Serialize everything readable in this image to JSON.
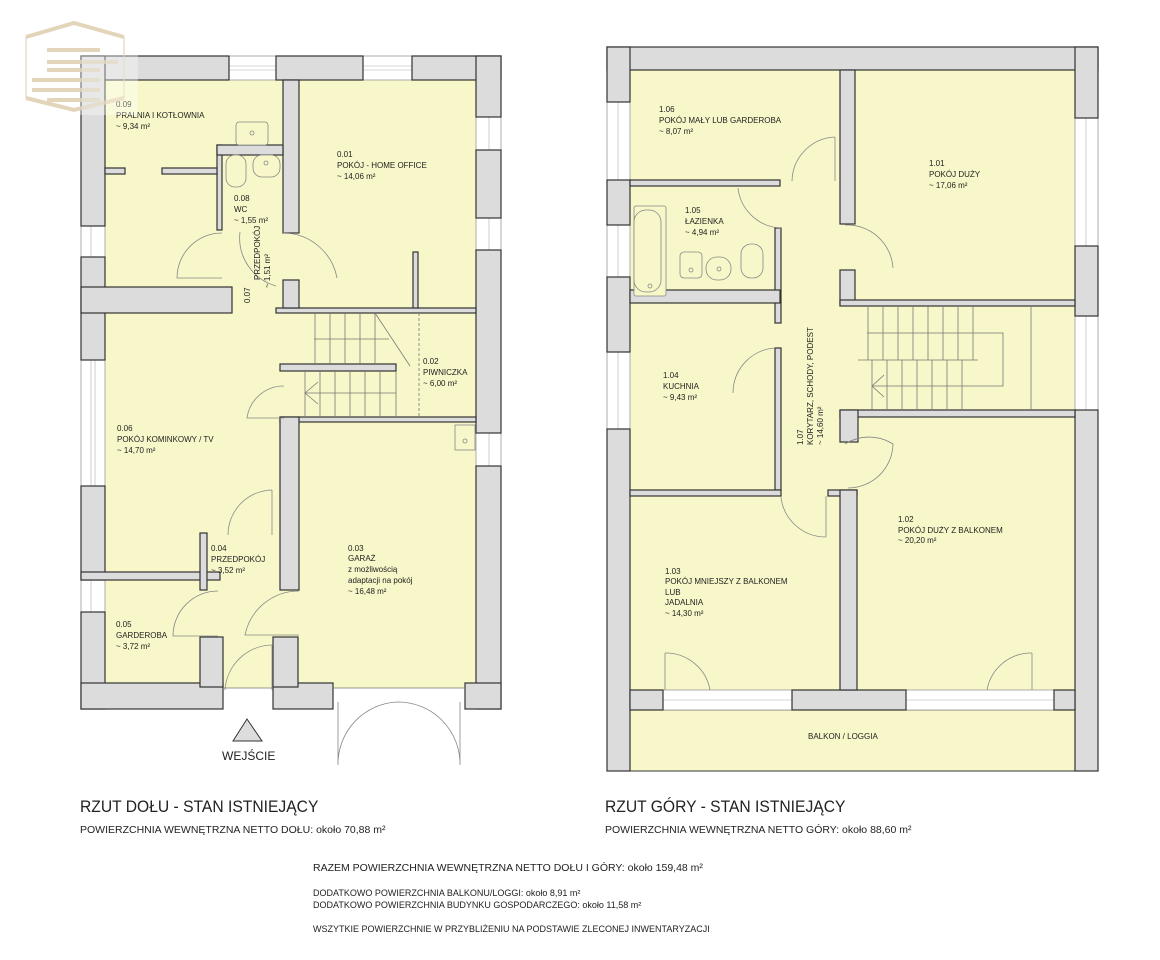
{
  "ground": {
    "title": "RZUT DOŁU - STAN ISTNIEJĄCY",
    "area": "POWIERZCHNIA WEWNĘTRZNA NETTO DOŁU: około 70,88 m²",
    "entrance": "WEJŚCIE",
    "rooms": [
      {
        "num": "0.09",
        "name": "PRALNIA I KOTŁOWNIA",
        "area": "~ 9,34 m²"
      },
      {
        "num": "0.01",
        "name": "POKÓJ - HOME OFFICE",
        "area": "~ 14,06 m²"
      },
      {
        "num": "0.08",
        "name": "WC",
        "area": "~ 1,55 m²"
      },
      {
        "num": "0.07",
        "name": "PRZEDPOKÓJ",
        "area": "~ 1,51 m²"
      },
      {
        "num": "0.02",
        "name": "PIWNICZKA",
        "area": "~ 6,00 m²"
      },
      {
        "num": "0.06",
        "name": "POKÓJ KOMINKOWY / TV",
        "area": "~ 14,70 m²"
      },
      {
        "num": "0.04",
        "name": "PRZEDPOKÓJ",
        "area": "~ 3,52 m²"
      },
      {
        "num": "0.03",
        "name": "GARAŻ",
        "note1": "z możliwością",
        "note2": "adaptacji na pokój",
        "area": "~ 16,48 m²"
      },
      {
        "num": "0.05",
        "name": "GARDEROBA",
        "area": "~ 3,72 m²"
      }
    ]
  },
  "upper": {
    "title": "RZUT GÓRY - STAN ISTNIEJĄCY",
    "area": "POWIERZCHNIA WEWNĘTRZNA NETTO GÓRY: około 88,60 m²",
    "balcony": "BALKON / LOGGIA",
    "rooms": [
      {
        "num": "1.06",
        "name": "POKÓJ MAŁY LUB GARDEROBA",
        "area": "~ 8,07 m²"
      },
      {
        "num": "1.01",
        "name": "POKÓJ DUŻY",
        "area": "~ 17,06 m²"
      },
      {
        "num": "1.05",
        "name": "ŁAZIENKA",
        "area": "~ 4,94 m²"
      },
      {
        "num": "1.04",
        "name": "KUCHNIA",
        "area": "~ 9,43 m²"
      },
      {
        "num": "1.07",
        "name": "KORYTARZ, SCHODY, PODEST",
        "area": "~ 14,60 m²"
      },
      {
        "num": "1.03",
        "name": "POKÓJ MNIEJSZY Z BALKONEM",
        "note1": "LUB",
        "note2": "JADALNIA",
        "area": "~ 14,30 m²"
      },
      {
        "num": "1.02",
        "name": "POKÓJ DUŻY Z BALKONEM",
        "area": "~ 20,20 m²"
      }
    ]
  },
  "summary": {
    "total": "RAZEM POWIERZCHNIA WEWNĘTRZNA NETTO DOŁU I GÓRY: około 159,48 m²",
    "balcony": "DODATKOWO POWIERZCHNIA BALKONU/LOGGI: około 8,91 m²",
    "outbuilding": "DODATKOWO POWIERZCHNIA BUDYNKU GOSPODARCZEGO: około 11,58 m²",
    "note": "WSZYTKIE POWIERZCHNIE W PRZYBLIŻENIU NA PODSTAWIE ZLECONEJ INWENTARYZACJI"
  },
  "colors": {
    "room": "#f8f7c9",
    "wall": "#dcdcdc",
    "logo": "#d9c7a3"
  }
}
